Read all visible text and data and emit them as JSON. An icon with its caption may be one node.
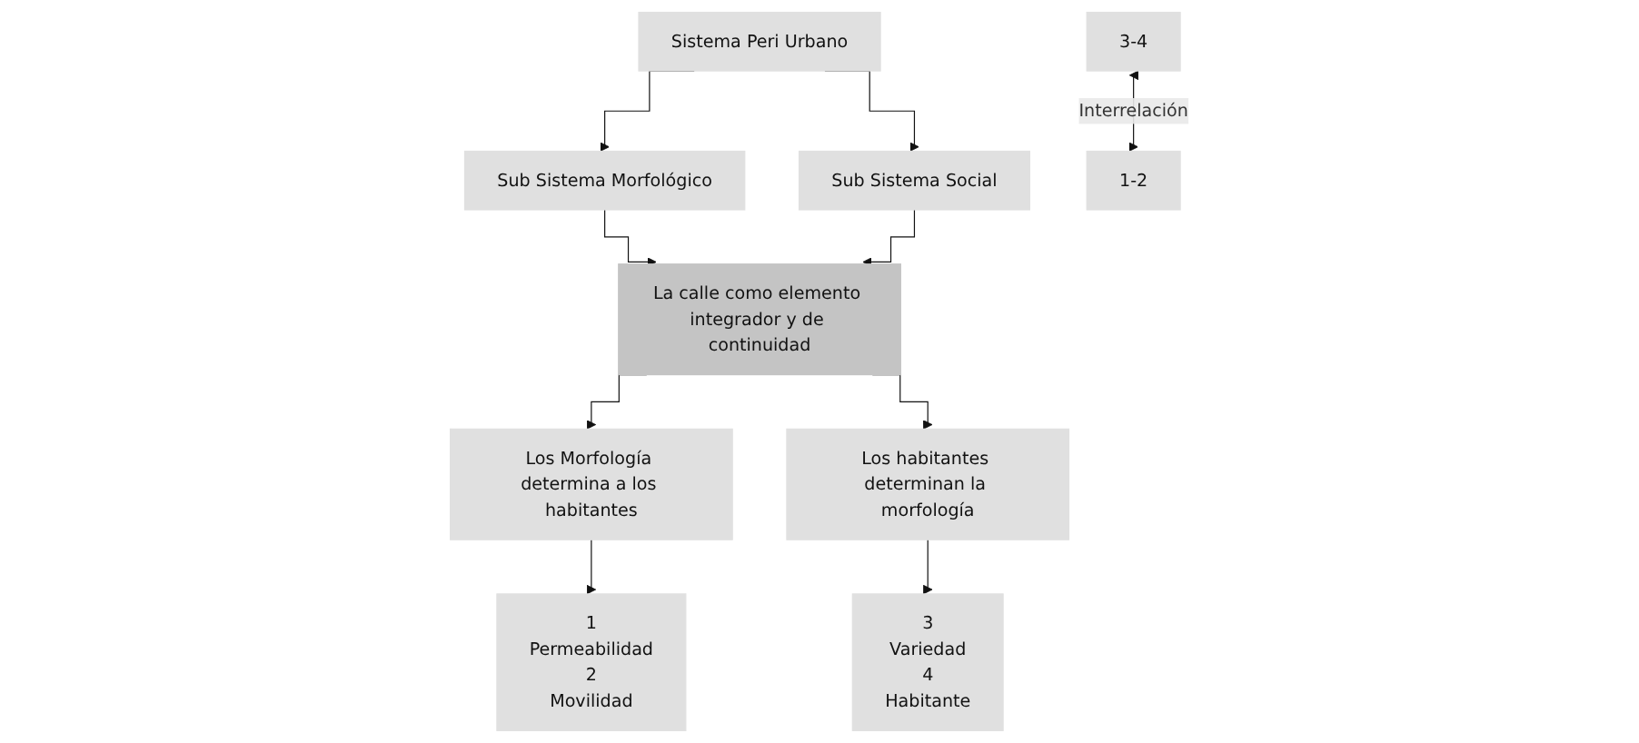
{
  "diagram": {
    "nodes": [
      {
        "text": [
          "Sistema Peri Urbano"
        ]
      },
      {
        "text": [
          "Sub Sistema Morfológico"
        ]
      },
      {
        "text": [
          "Sub Sistema Social"
        ]
      },
      {
        "text": [
          "La calle como elemento integrador y de continuidad"
        ]
      },
      {
        "text": [
          "Los Morfología determina a los habitantes"
        ]
      },
      {
        "text": [
          "Los habitantes determinan la morfología"
        ]
      },
      {
        "text": [
          "1",
          "Permeabilidad",
          "2",
          "Movilidad"
        ]
      },
      {
        "text": [
          "3-4"
        ]
      },
      {
        "text": [
          "1-2"
        ]
      },
      {
        "text": [
          "3",
          "Variedad",
          "4",
          "Habitante"
        ]
      }
    ],
    "edges": [
      {
        "from": 0,
        "to": 1,
        "arrow": "to"
      },
      {
        "from": 0,
        "to": 2,
        "arrow": "to"
      },
      {
        "from": 1,
        "to": 3,
        "arrow": "to"
      },
      {
        "from": 2,
        "to": 3,
        "arrow": "to"
      },
      {
        "from": 3,
        "to": 4,
        "arrow": "to"
      },
      {
        "from": 3,
        "to": 5,
        "arrow": "to"
      },
      {
        "from": 4,
        "to": 6,
        "arrow": "to"
      },
      {
        "from": 5,
        "to": 9,
        "arrow": "to"
      },
      {
        "from": 7,
        "to": 8,
        "arrow": "both",
        "label": "Interrelación"
      }
    ]
  }
}
